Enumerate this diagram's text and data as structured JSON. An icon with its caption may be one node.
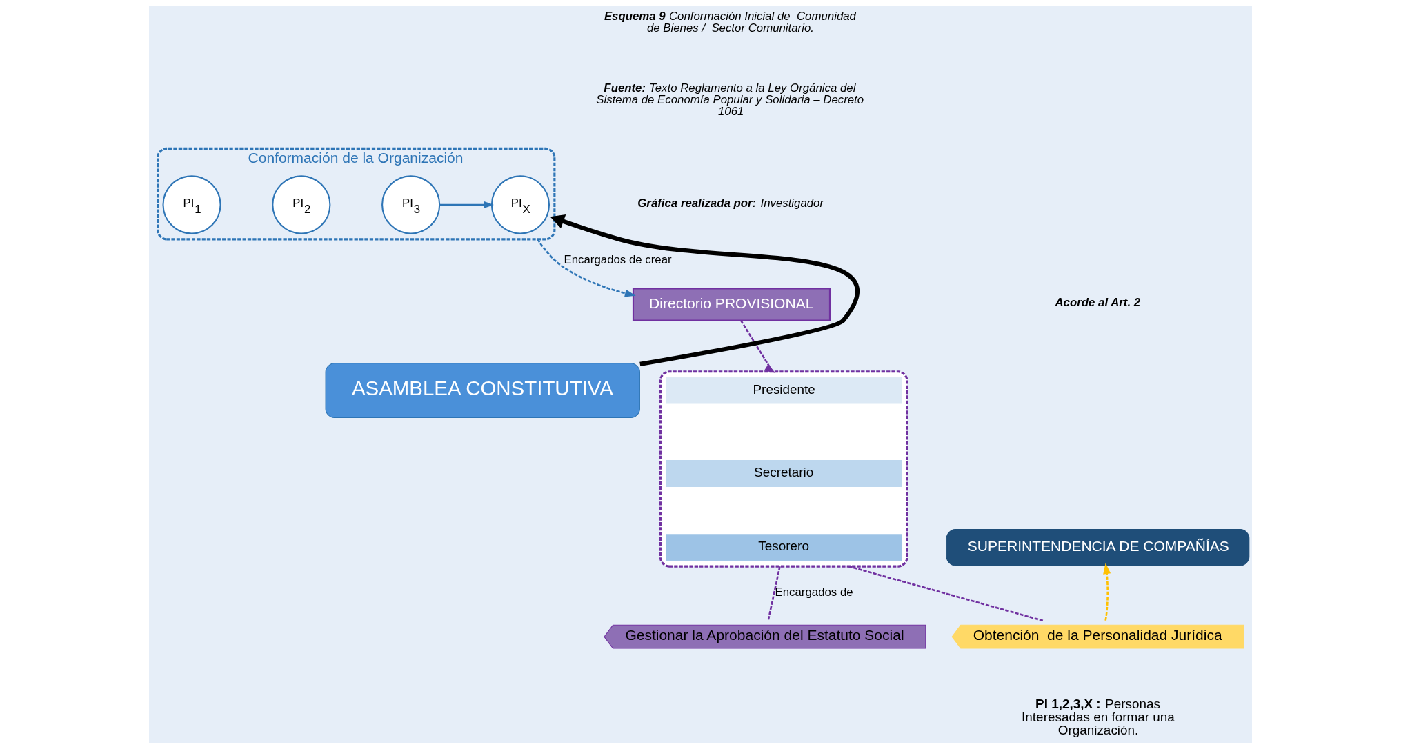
{
  "diagram": {
    "nodes": [
      {
        "text": [
          "Conformación de la Organización"
        ]
      },
      {
        "text": [
          "PI$_{1}$"
        ],
        "in": 0
      },
      {
        "text": [
          "PI$_{2}$"
        ],
        "in": 0
      },
      {
        "text": [
          "PI$_{3}$"
        ],
        "in": 0
      },
      {
        "text": [
          "PI$_{X}$"
        ],
        "in": 0
      },
      {
        "text": [
          "Directorio PROVISIONAL"
        ]
      },
      {
        "text": [],
        "shape": "box"
      },
      {
        "text": [
          "Presidente"
        ],
        "in": 6
      },
      {
        "text": [
          "Secretario"
        ],
        "in": 6
      },
      {
        "text": [
          "Tesorero"
        ],
        "in": 6
      },
      {
        "text": [
          "ASAMBLEA CONSTITUTIVA"
        ]
      },
      {
        "text": [
          "SUPERINTENDENCIA DE COMPAÑÍAS"
        ]
      },
      {
        "text": [
          "Obtención  de la Personalidad Jurídica"
        ]
      },
      {
        "text": [
          "Gestionar la Aprobación del Estatuto Social"
        ]
      }
    ],
    "edges": [
      {
        "from": 3,
        "to": 4,
        "arrow": "to",
        "color": "#2e75b6"
      },
      {
        "from": 10,
        "to": 0,
        "arrow": "to",
        "style": "thick",
        "color": "#000000"
      },
      {
        "from": 0,
        "to": 5,
        "arrow": "to",
        "label": "Encargados de crear",
        "style": "dashed",
        "color": "#2e75b6"
      },
      {
        "from": 5,
        "to": 6,
        "arrow": "to",
        "style": "dashed",
        "color": "#7030a0"
      },
      {
        "from": 6,
        "to": 13,
        "arrow": "none",
        "label": "Encargados de",
        "style": "dashed",
        "color": "#7030a0"
      },
      {
        "from": 6,
        "to": 12,
        "arrow": "none",
        "style": "dashed",
        "color": "#7030a0"
      },
      {
        "from": 12,
        "to": 11,
        "arrow": "to",
        "style": "dashed",
        "color": "#ffc000"
      }
    ],
    "labels": [
      "Acorde al Art. 2",
      "**Esquema 9** Conformación Inicial de  Comunidad de Bienes /  Sector Comunitario.",
      "**Fuente:** Texto Reglamento a la Ley Orgánica del Sistema de Economía Popular y Solidaria – Decreto 1061",
      "**Gráfica realizada por:** Investigador",
      "**PI 1,2,3,X :** Personas  Interesadas en formar una Organización."
    ]
  }
}
